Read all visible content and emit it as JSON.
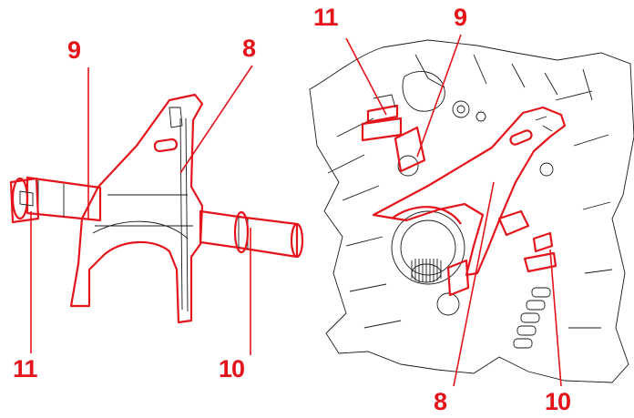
{
  "diagram": {
    "left_view": {
      "callouts": [
        {
          "id": "left-9",
          "text": "9"
        },
        {
          "id": "left-8",
          "text": "8"
        },
        {
          "id": "left-11",
          "text": "11"
        },
        {
          "id": "left-10",
          "text": "10"
        }
      ]
    },
    "right_view": {
      "callouts": [
        {
          "id": "right-11",
          "text": "11"
        },
        {
          "id": "right-9",
          "text": "9"
        },
        {
          "id": "right-8",
          "text": "8"
        },
        {
          "id": "right-10",
          "text": "10"
        }
      ]
    },
    "colors": {
      "highlight": "#e5141b",
      "linework": "#1a1a1a",
      "background": "#ffffff"
    }
  }
}
